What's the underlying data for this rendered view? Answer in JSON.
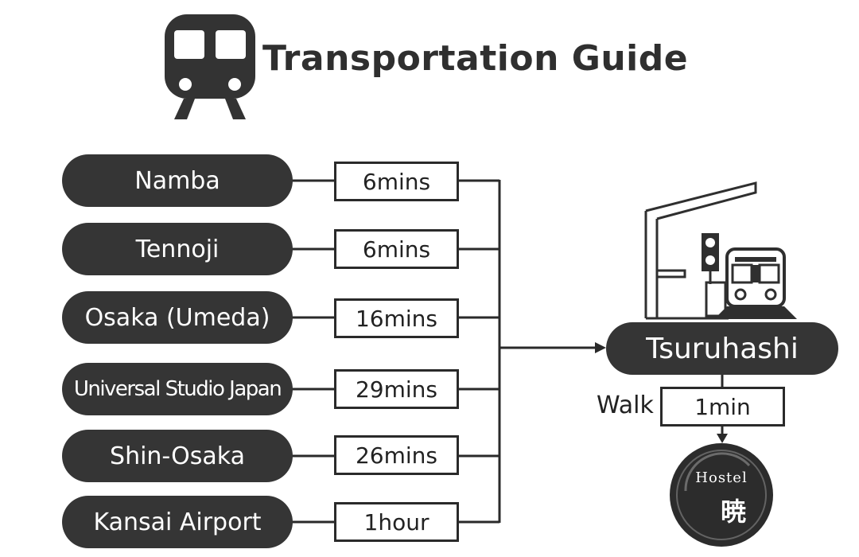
{
  "header": {
    "title": "Transportation Guide",
    "icon": "train-icon"
  },
  "routes": [
    {
      "station": "Namba",
      "time": "6mins"
    },
    {
      "station": "Tennoji",
      "time": "6mins"
    },
    {
      "station": "Osaka (Umeda)",
      "time": "16mins"
    },
    {
      "station": "Universal Studio Japan",
      "time": "29mins"
    },
    {
      "station": "Shin-Osaka",
      "time": "26mins"
    },
    {
      "station": "Kansai Airport",
      "time": "1hour"
    }
  ],
  "hub": {
    "station": "Tsuruhashi",
    "walk_label": "Walk",
    "walk_time": "1min",
    "illustration": "train-station-icon"
  },
  "destination": {
    "logo": "hostel-logo",
    "name": "Hostel",
    "kanji": "暁"
  },
  "colors": {
    "pill": "#353535",
    "text_light": "#ffffff",
    "line": "#2a2a2a"
  }
}
